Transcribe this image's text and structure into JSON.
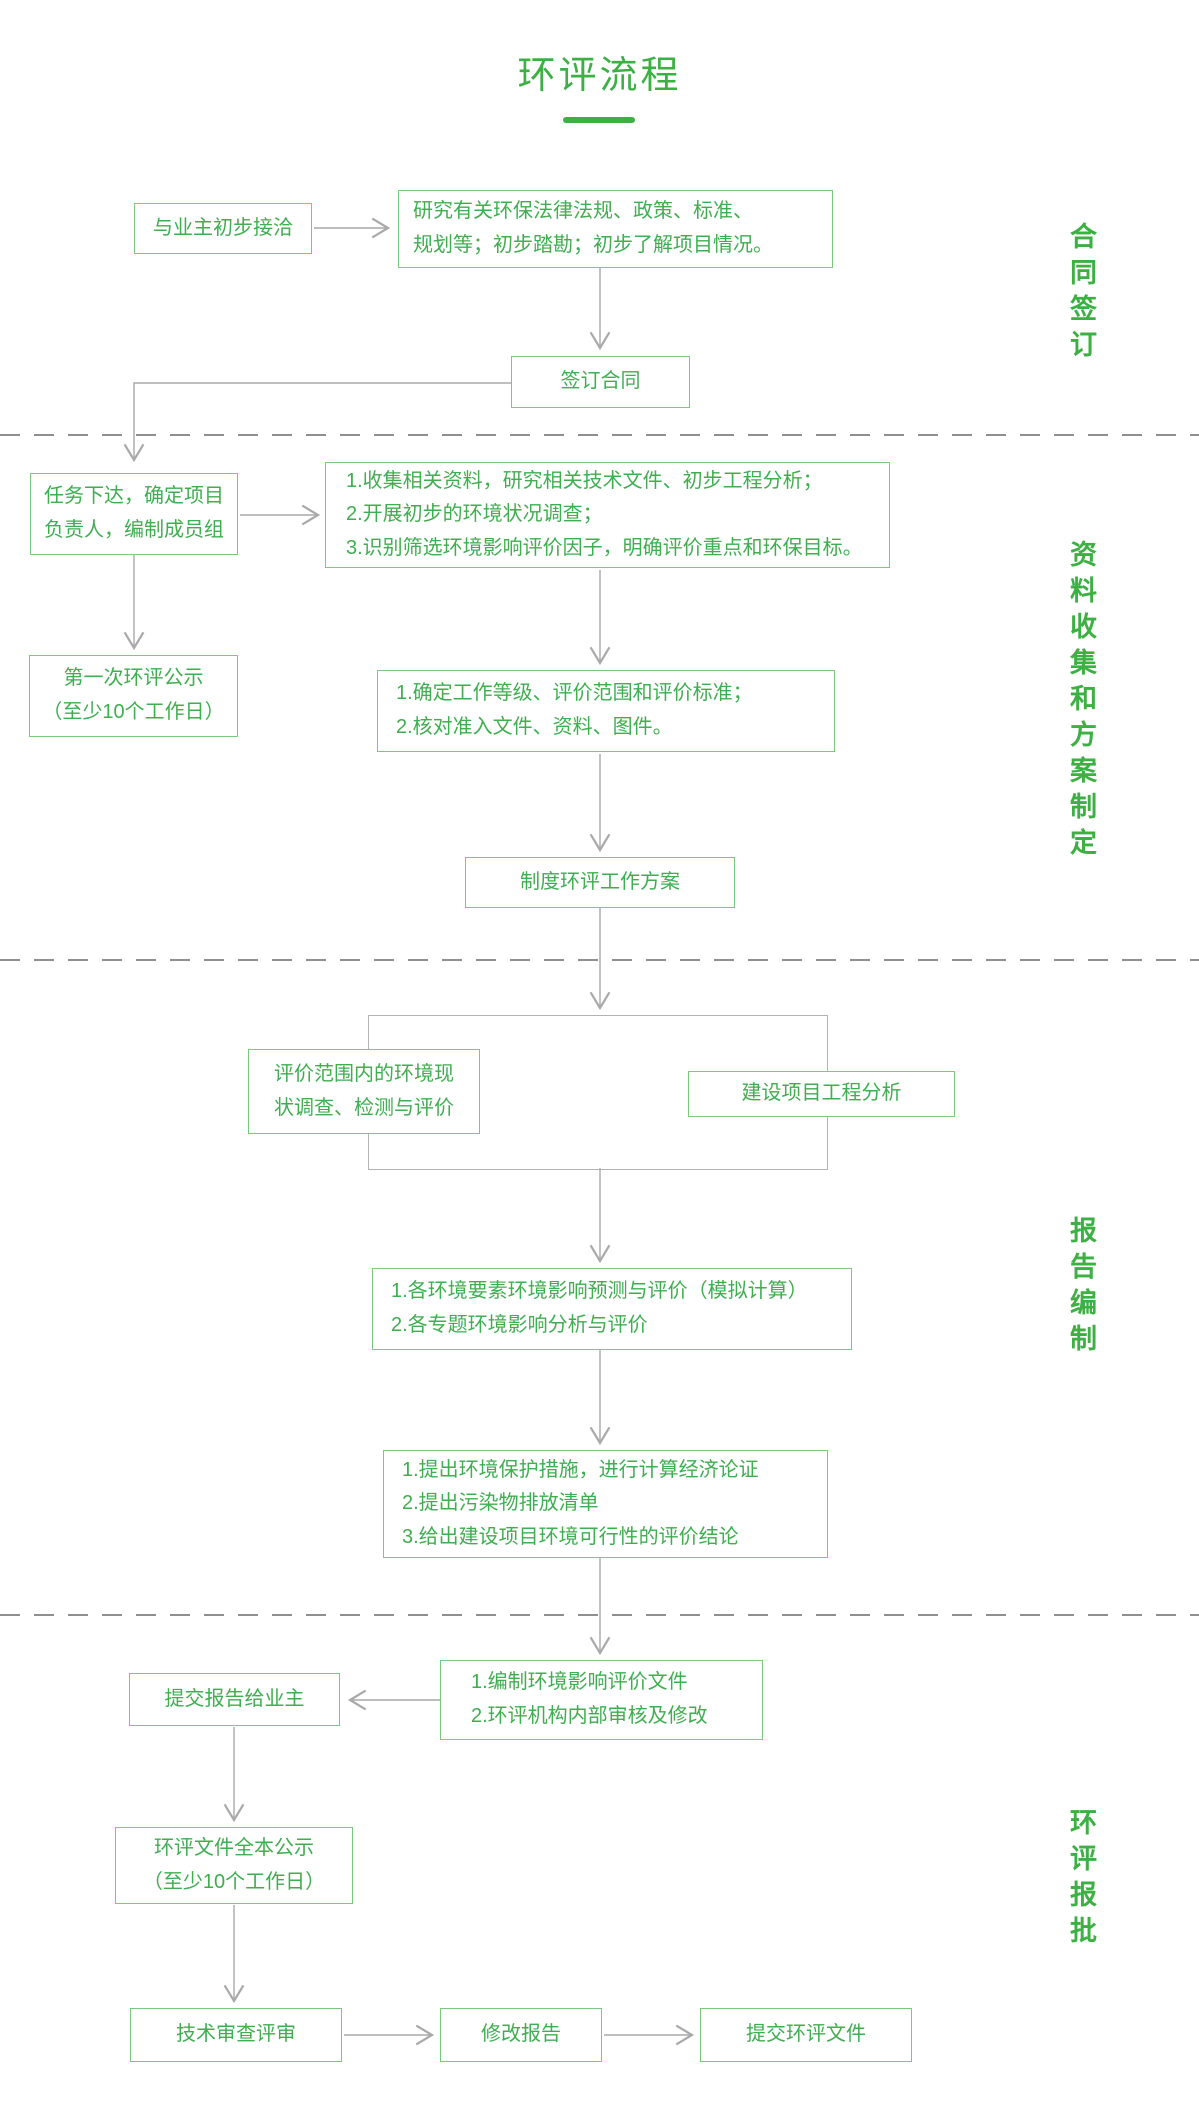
{
  "title": "环评流程",
  "stages": [
    {
      "label": "合同签订"
    },
    {
      "label": "资料收集和方案制定"
    },
    {
      "label": "报告编制"
    },
    {
      "label": "环评报批"
    }
  ],
  "nodes": {
    "initial_contact": "与业主初步接洽",
    "research": "研究有关环保法律法规、政策、标准、\n规划等；初步踏勘；初步了解项目情况。",
    "sign_contract": "签订合同",
    "task_assignment": "任务下达，确定项目\n负责人，编制成员组",
    "collect_data": "1.收集相关资料，研究相关技术文件、初步工程分析；\n2.开展初步的环境状况调查；\n3.识别筛选环境影响评价因子，明确评价重点和环保目标。",
    "first_publicity": "第一次环评公示\n（至少10个工作日）",
    "determine_level": "1.确定工作等级、评价范围和评价标准；\n2.核对准入文件、资料、图件。",
    "work_plan": "制度环评工作方案",
    "env_survey": "评价范围内的环境现\n状调查、检测与评价",
    "project_analysis": "建设项目工程分析",
    "impact_prediction": "1.各环境要素环境影响预测与评价（模拟计算）\n2.各专题环境影响分析与评价",
    "protection_measures": "1.提出环境保护措施，进行计算经济论证\n2.提出污染物排放清单\n3.给出建设项目环境可行性的评价结论",
    "compile_documents": "1.编制环境影响评价文件\n2.环评机构内部审核及修改",
    "submit_to_owner": "提交报告给业主",
    "full_publicity": "环评文件全本公示\n（至少10个工作日）",
    "tech_review": "技术审查评审",
    "revise_report": "修改报告",
    "submit_eia_docs": "提交环评文件"
  },
  "colors": {
    "accent_green": "#3cb043",
    "text_green": "#3fae50",
    "border_green": "#7bc97f",
    "line_gray": "#a9a9a9",
    "divider_gray": "#8f8f8f",
    "frame_gray": "#b3b3b3"
  }
}
